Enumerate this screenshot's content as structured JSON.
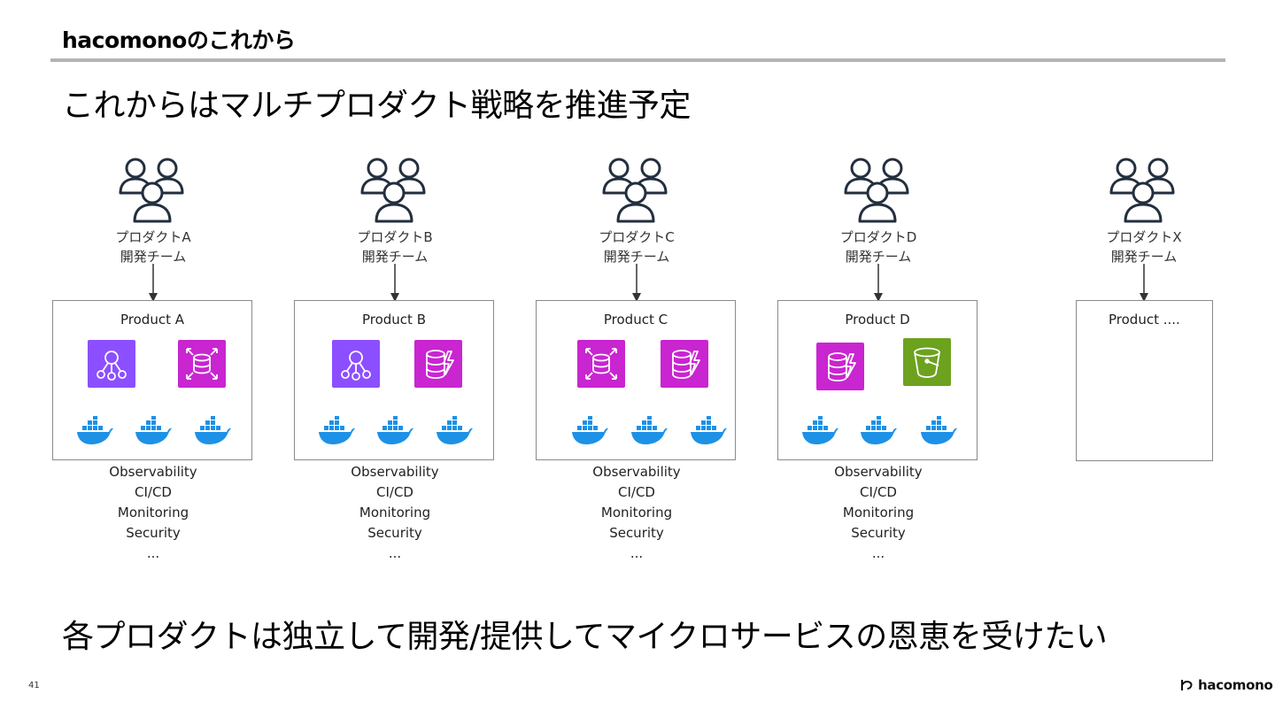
{
  "header": {
    "section_title": "hacomonoのこれから",
    "headline": "これからはマルチプロダクト戦略を推進予定"
  },
  "columns": [
    {
      "team_line1": "プロダクトA",
      "team_line2": "開発チーム",
      "product_name": "Product A",
      "services": [
        "event-bridge-icon",
        "rds-icon"
      ],
      "features": [
        "Observability",
        "CI/CD",
        "Monitoring",
        "Security",
        "..."
      ]
    },
    {
      "team_line1": "プロダクトB",
      "team_line2": "開発チーム",
      "product_name": "Product B",
      "services": [
        "event-bridge-icon",
        "dynamodb-icon"
      ],
      "features": [
        "Observability",
        "CI/CD",
        "Monitoring",
        "Security",
        "..."
      ]
    },
    {
      "team_line1": "プロダクトC",
      "team_line2": "開発チーム",
      "product_name": "Product C",
      "services": [
        "rds-icon",
        "dynamodb-icon"
      ],
      "features": [
        "Observability",
        "CI/CD",
        "Monitoring",
        "Security",
        "..."
      ]
    },
    {
      "team_line1": "プロダクトD",
      "team_line2": "開発チーム",
      "product_name": "Product D",
      "services": [
        "dynamodb-icon",
        "s3-bucket-icon"
      ],
      "features": [
        "Observability",
        "CI/CD",
        "Monitoring",
        "Security",
        "..."
      ]
    },
    {
      "team_line1": "プロダクトX",
      "team_line2": "開発チーム",
      "product_name": "Product ...."
    }
  ],
  "footer": {
    "statement": "各プロダクトは独立して開発/提供してマイクロサービスの恩恵を受けたい",
    "page_number": "41",
    "logo_text": "hacomono"
  },
  "colors": {
    "event_bridge": "#8c4fff",
    "database": "#c925d1",
    "storage": "#6ca21e",
    "container": "#1d91e6",
    "rule": "#b4b4b4"
  }
}
